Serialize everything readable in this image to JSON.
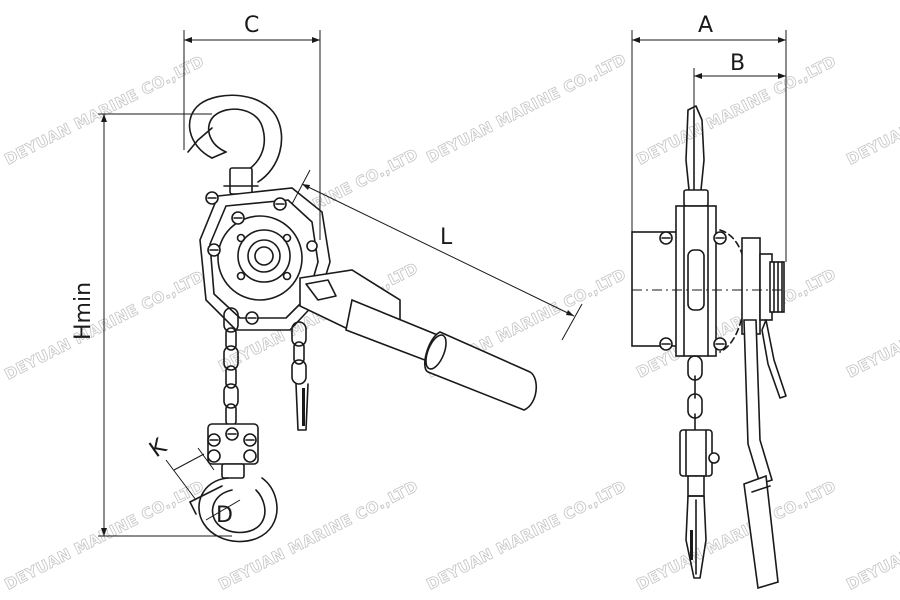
{
  "dimensions": {
    "A": "A",
    "B": "B",
    "C": "C",
    "L": "L",
    "Hmin": "Hmin",
    "K": "K",
    "D": "D"
  },
  "watermark": "DEYUAN MARINE CO.,LTD"
}
